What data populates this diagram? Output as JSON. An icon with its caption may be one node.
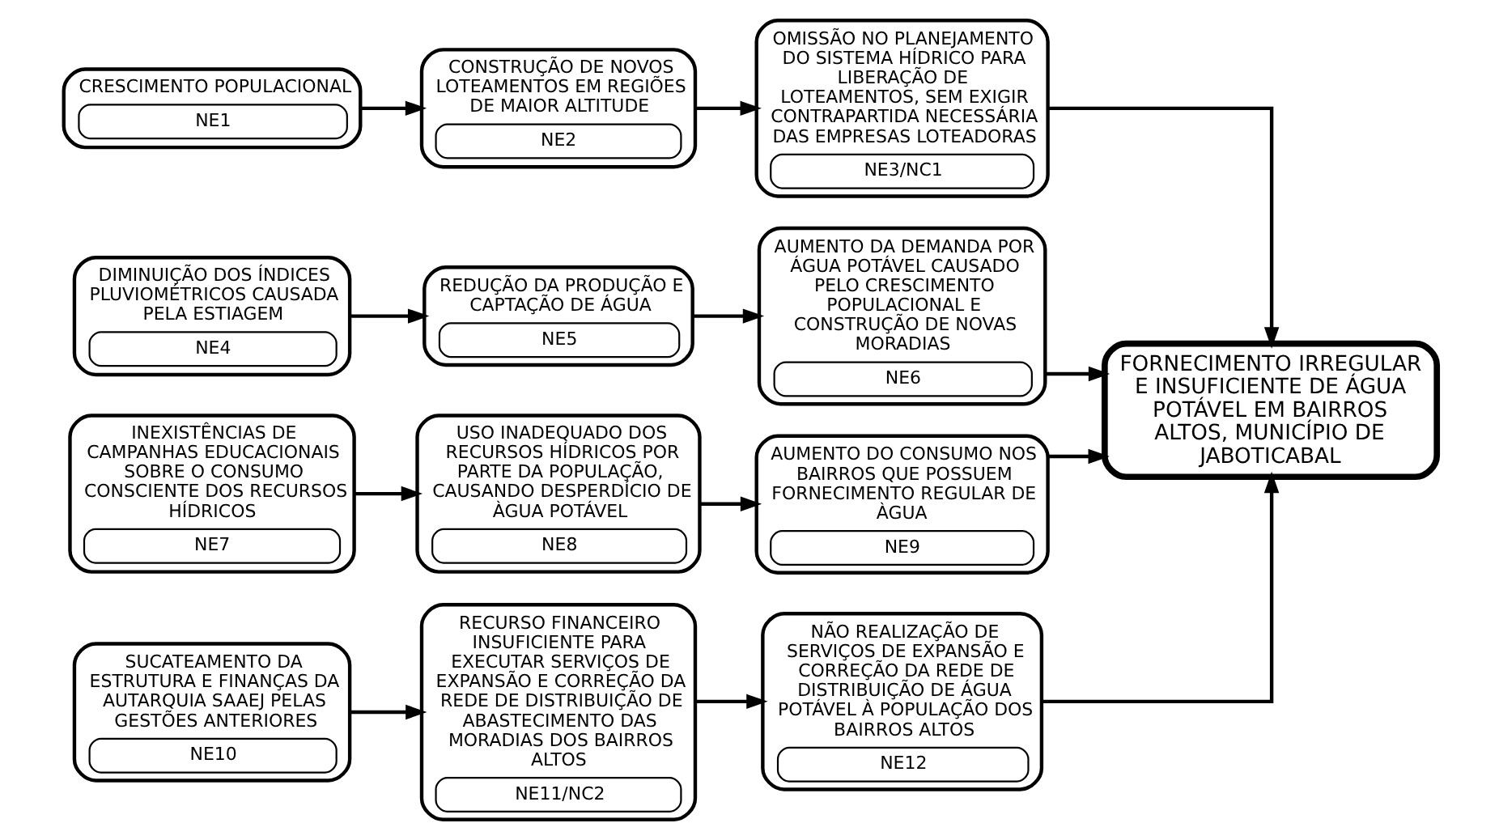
{
  "diagram": {
    "nodes": [
      {
        "text": [
          "CRESCIMENTO POPULACIONAL",
          "NE1"
        ]
      },
      {
        "text": [
          "CONSTRUÇÃO DE NOVOS LOTEAMENTOS EM REGIÕES DE MAIOR ALTITUDE",
          "NE2"
        ]
      },
      {
        "text": [
          "OMISSÃO NO PLANEJAMENTO DO SISTEMA HÍDRICO PARA LIBERAÇÃO DE LOTEAMENTOS, SEM EXIGIR CONTRAPARTIDA NECESSÁRIA DAS EMPRESAS LOTEADORAS",
          "NE3/NC1"
        ]
      },
      {
        "text": [
          "DIMINUIÇÃO DOS ÍNDICES PLUVIOMÉTRICOS CAUSADA PELA ESTIAGEM",
          "NE4"
        ]
      },
      {
        "text": [
          "REDUÇÃO DA PRODUÇÃO E CAPTAÇÃO DE ÁGUA",
          "NE5"
        ]
      },
      {
        "text": [
          "AUMENTO DA DEMANDA POR ÁGUA POTÁVEL CAUSADO PELO CRESCIMENTO POPULACIONAL E CONSTRUÇÃO DE NOVAS MORADIAS",
          "NE6"
        ]
      },
      {
        "text": [
          "INEXISTÊNCIAS DE CAMPANHAS EDUCACIONAIS SOBRE O CONSUMO CONSCIENTE DOS RECURSOS HÍDRICOS",
          "NE7"
        ]
      },
      {
        "text": [
          "USO INADEQUADO DOS RECURSOS HÍDRICOS POR PARTE DA POPULAÇÃO, CAUSANDO DESPERDÍCIO DE ÀGUA POTÁVEL",
          "NE8"
        ]
      },
      {
        "text": [
          "AUMENTO DO CONSUMO NOS BAIRROS QUE POSSUEM FORNECIMENTO REGULAR DE ÀGUA",
          "NE9"
        ]
      },
      {
        "text": [
          "SUCATEAMENTO DA ESTRUTURA E FINANÇAS DA AUTARQUIA SAAEJ PELAS GESTÕES ANTERIORES",
          "NE10"
        ]
      },
      {
        "text": [
          "RECURSO FINANCEIRO INSUFICIENTE PARA EXECUTAR SERVIÇOS DE EXPANSÃO E CORREÇÃO DA REDE DE DISTRIBUIÇÃO DE ABASTECIMENTO DAS MORADIAS DOS BAIRROS ALTOS",
          "NE11/NC2"
        ]
      },
      {
        "text": [
          "NÃO REALIZAÇÃO DE SERVIÇOS DE EXPANSÃO E CORREÇÃO DA REDE DE DISTRIBUIÇÃO DE ÁGUA POTÁVEL À POPULAÇÃO DOS BAIRROS ALTOS",
          "NE12"
        ]
      },
      {
        "text": [
          "FORNECIMENTO IRREGULAR E INSUFICIENTE DE ÁGUA POTÁVEL EM BAIRROS ALTOS, MUNICÍPIO DE JABOTICABAL"
        ]
      }
    ],
    "edges": [
      {
        "from": 0,
        "to": 1,
        "arrow": "to"
      },
      {
        "from": 1,
        "to": 2,
        "arrow": "to"
      },
      {
        "from": 3,
        "to": 4,
        "arrow": "to"
      },
      {
        "from": 4,
        "to": 5,
        "arrow": "to"
      },
      {
        "from": 6,
        "to": 7,
        "arrow": "to"
      },
      {
        "from": 7,
        "to": 8,
        "arrow": "to"
      },
      {
        "from": 9,
        "to": 10,
        "arrow": "to"
      },
      {
        "from": 10,
        "to": 11,
        "arrow": "to"
      },
      {
        "from": 2,
        "to": 12,
        "arrow": "to"
      },
      {
        "from": 5,
        "to": 12,
        "arrow": "to"
      },
      {
        "from": 8,
        "to": 12,
        "arrow": "to"
      },
      {
        "from": 11,
        "to": 12,
        "arrow": "to"
      }
    ]
  }
}
